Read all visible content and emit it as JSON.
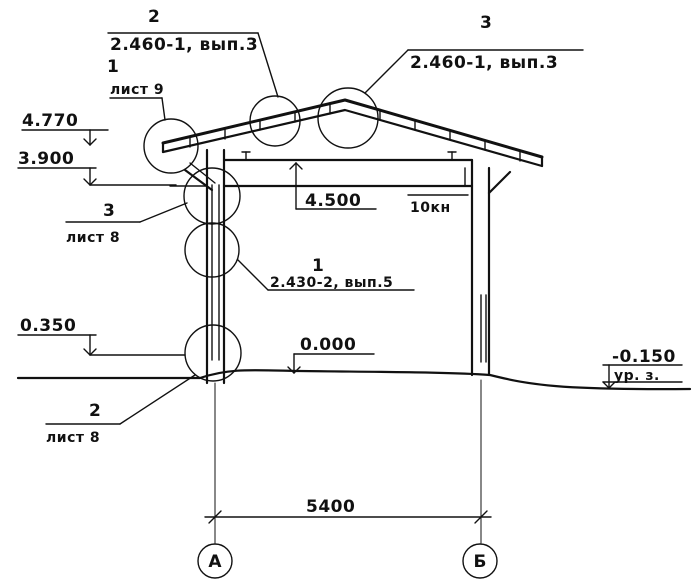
{
  "callouts": {
    "c2_num": "2",
    "c2_ref": "2.460-1, вып.3",
    "c3_num": "3",
    "c3_ref": "2.460-1, вып.3",
    "c1_num": "1",
    "c1_ref": "лист 9",
    "c3l_num": "3",
    "c3l_ref": "лист 8",
    "c1col_num": "1",
    "c1col_ref": "2.430-2, вып.5",
    "c2b_num": "2",
    "c2b_ref": "лист 8"
  },
  "elevations": {
    "e4770": "4.770",
    "e3900": "3.900",
    "e4500": "4.500",
    "e0350": "0.350",
    "e0000": "0.000",
    "e0150": "-0.150",
    "ground_note": "ур. з."
  },
  "load_label": "10кн",
  "span": "5400",
  "axes": {
    "left": "А",
    "right": "Б"
  }
}
